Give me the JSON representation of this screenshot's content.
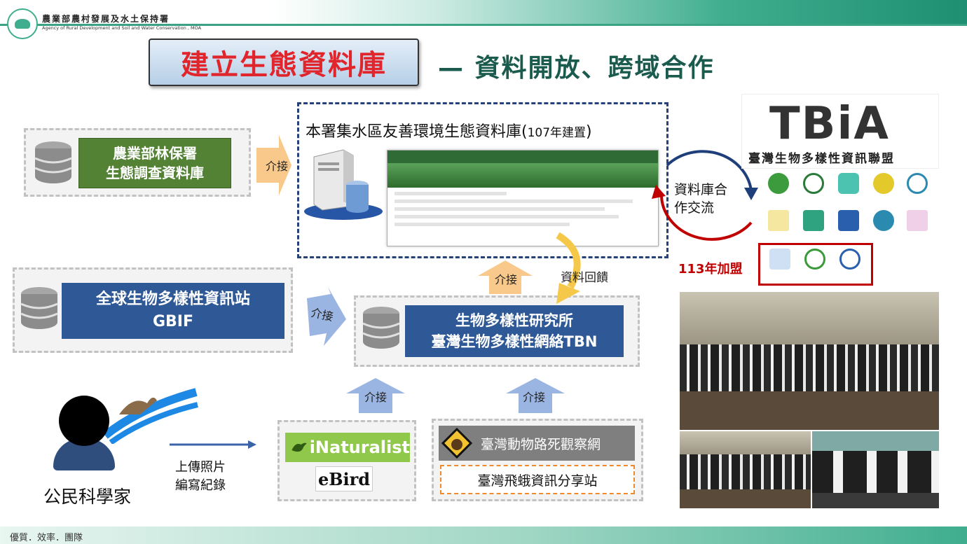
{
  "header": {
    "agency_zh": "農業部農村發展及水土保持署",
    "agency_en": "Agency of Rural Development and Soil and Water Conservation , MOA"
  },
  "title": "建立生態資料庫",
  "subtitle": "— 資料開放、跨域合作",
  "sources": {
    "forestry": {
      "line1": "農業部林保署",
      "line2": "生態調查資料庫"
    },
    "gbif": {
      "line1": "全球生物多樣性資訊站",
      "line2": "GBIF"
    },
    "tbn": {
      "line1": "生物多樣性研究所",
      "line2": "臺灣生物多樣性網絡TBN"
    },
    "inaturalist": "iNaturalist",
    "ebird": "eBird",
    "roadkill": "臺灣動物路死觀察網",
    "moth": "臺灣飛蛾資訊分享站"
  },
  "main_db": {
    "title": "本署集水區友善環境生態資料庫(",
    "year": "107年建置",
    "close": ")"
  },
  "labels": {
    "connect": "介接",
    "feedback": "資料回饋",
    "db_exchange_line1": "資料庫合",
    "db_exchange_line2": "作交流",
    "joined": "113年加盟",
    "upload_line1": "上傳照片",
    "upload_line2": "編寫紀錄",
    "citizen": "公民科學家"
  },
  "tbia": {
    "logo": "TBiA",
    "name": "臺灣生物多樣性資訊聯盟"
  },
  "footer": "優質．效率．團隊",
  "colors": {
    "accent_red": "#e0262c",
    "green": "#548235",
    "blue": "#2e5896",
    "navy": "#25427a",
    "teal": "#3aa384"
  }
}
